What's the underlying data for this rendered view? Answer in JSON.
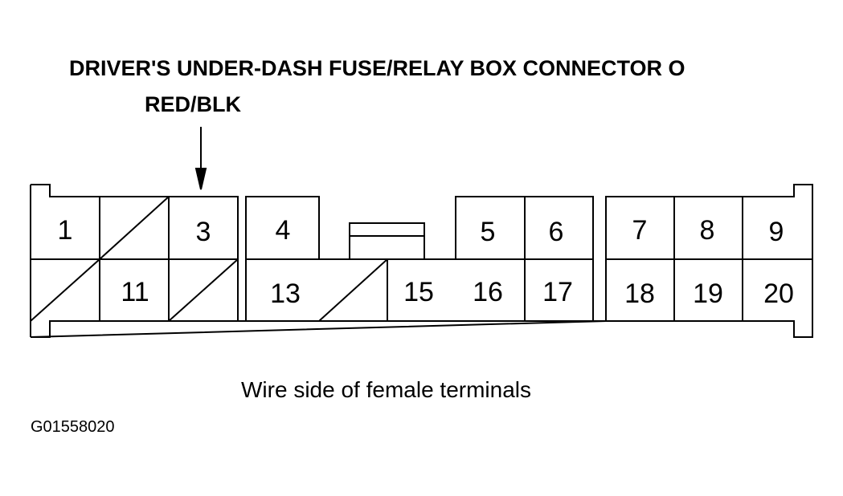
{
  "title": "DRIVER'S UNDER-DASH FUSE/RELAY BOX CONNECTOR O",
  "wire_color": "RED/BLK",
  "caption": "Wire side of female terminals",
  "figure_code": "G01558020",
  "connector": {
    "pointed_terminal": "3",
    "terminals": {
      "t1": "1",
      "t3": "3",
      "t4": "4",
      "t5": "5",
      "t6": "6",
      "t7": "7",
      "t8": "8",
      "t9": "9",
      "t11": "11",
      "t13": "13",
      "t15": "15",
      "t16": "16",
      "t17": "17",
      "t18": "18",
      "t19": "19",
      "t20": "20"
    },
    "empty_positions": [
      "2",
      "10",
      "12",
      "14"
    ]
  }
}
